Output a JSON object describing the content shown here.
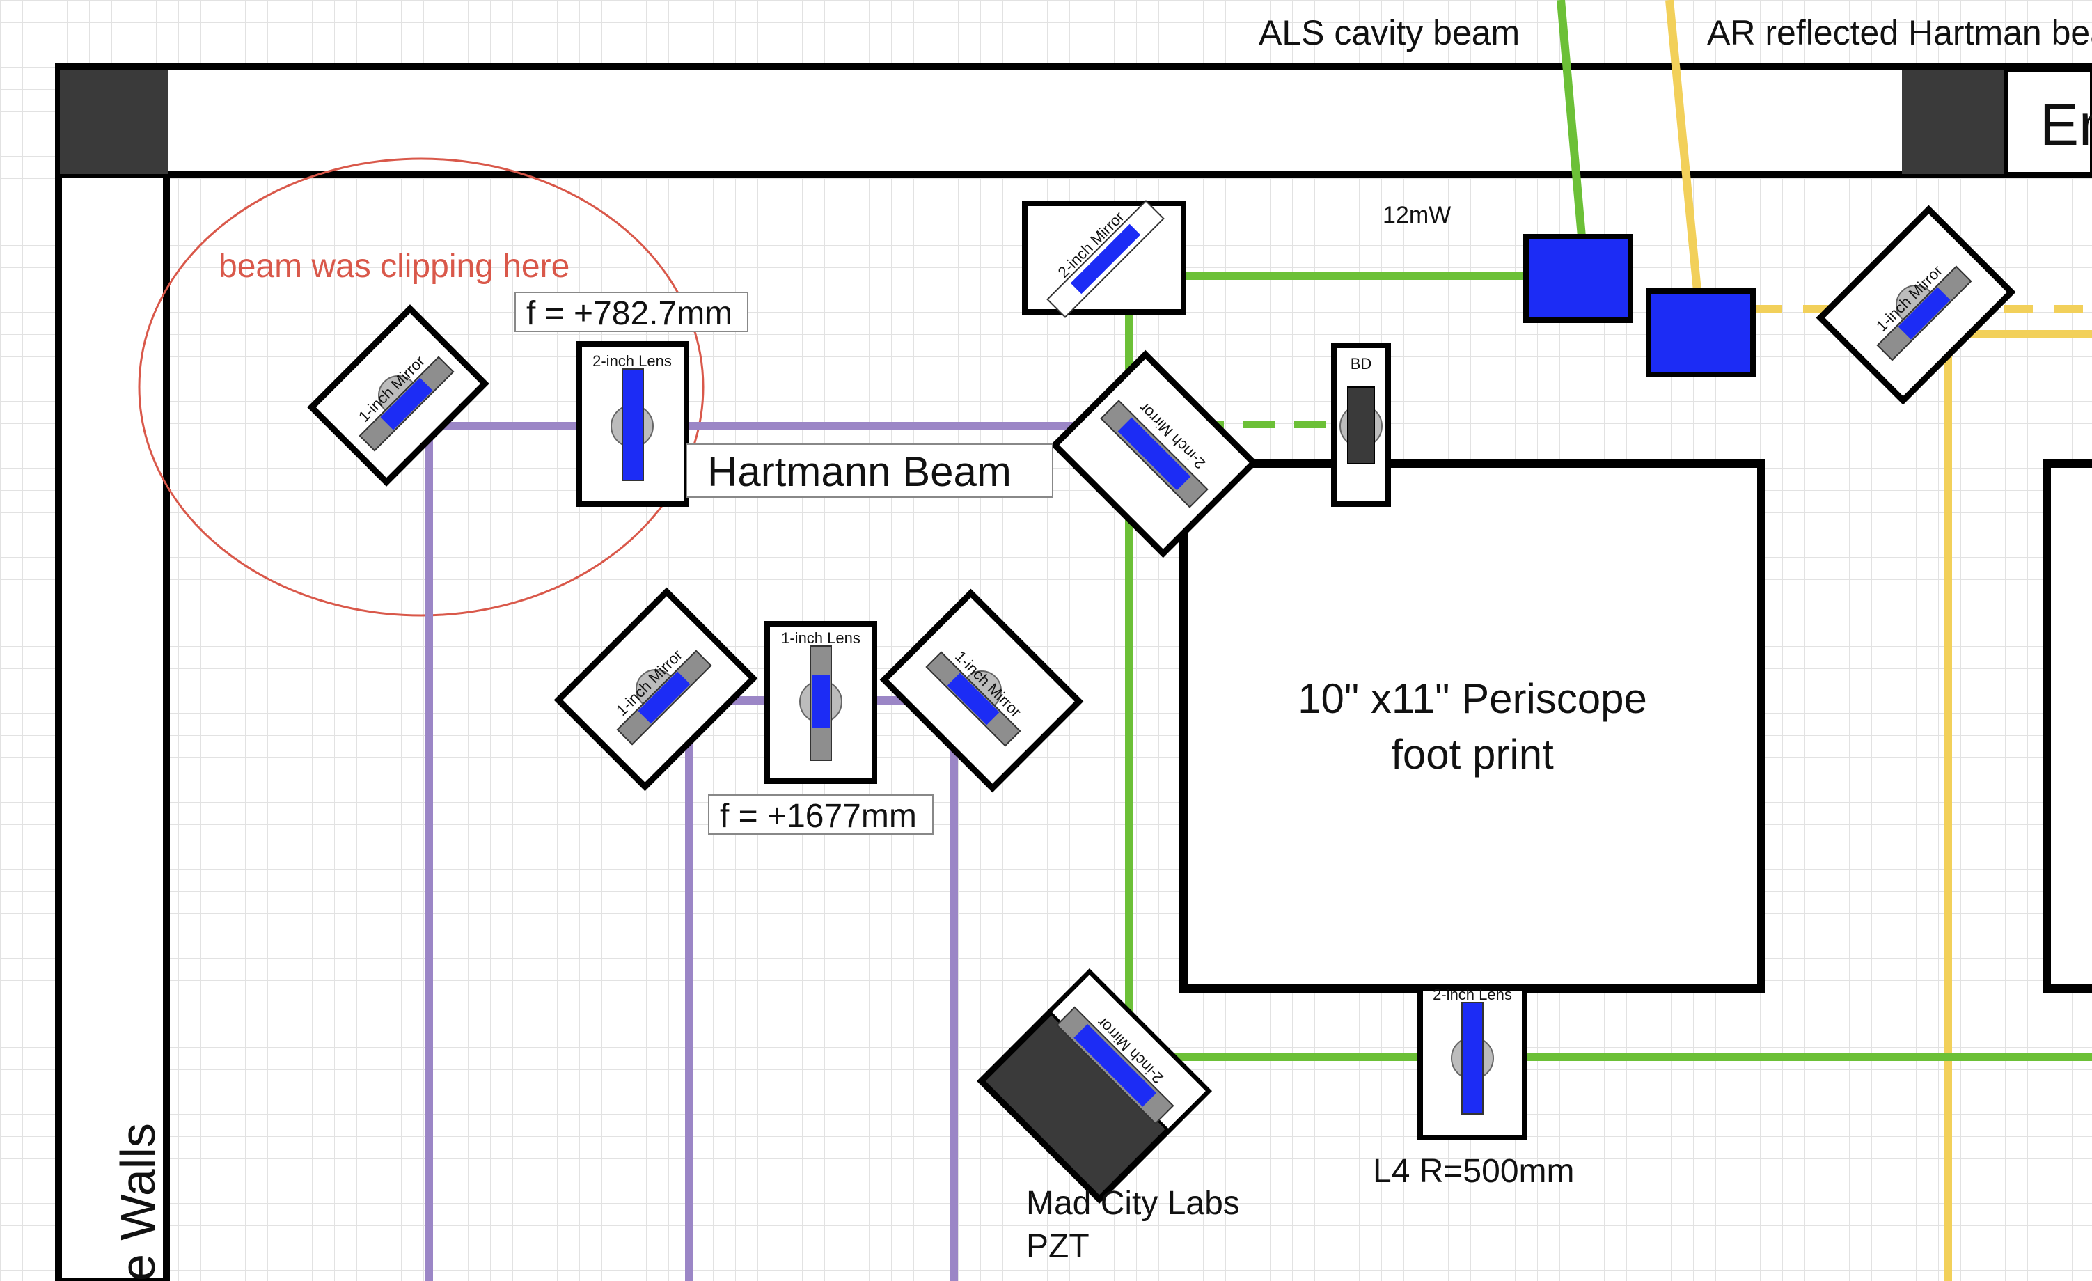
{
  "labels": {
    "als_beam": "ALS cavity beam",
    "ar_beam": "AR reflected Hartman beam",
    "enclosure_partial": "En",
    "walls": "e Walls",
    "power": "12mW",
    "clipping_note": "beam was clipping here",
    "focal_1": "f = +782.7mm",
    "focal_2": "f = +1677mm",
    "hartmann_beam": "Hartmann Beam",
    "periscope_line1": "10\" x11\" Periscope",
    "periscope_line2": "foot print",
    "beam_dump": "BD",
    "l4": "L4 R=500mm",
    "pzt_line1": "Mad City Labs",
    "pzt_line2": "PZT"
  },
  "components": {
    "mirror_1inch": "1-inch Mirror",
    "mirror_2inch": "2-inch Mirror",
    "lens_1inch": "1-inch Lens",
    "lens_2inch": "2-inch Lens"
  },
  "colors": {
    "green_beam": "#6cc037",
    "purple_beam": "#9b86c6",
    "yellow_beam": "#f2d05a",
    "optic_blue": "#1c2cf5",
    "annotation_red": "#d9584a",
    "wall_dark": "#3a3a3a"
  }
}
